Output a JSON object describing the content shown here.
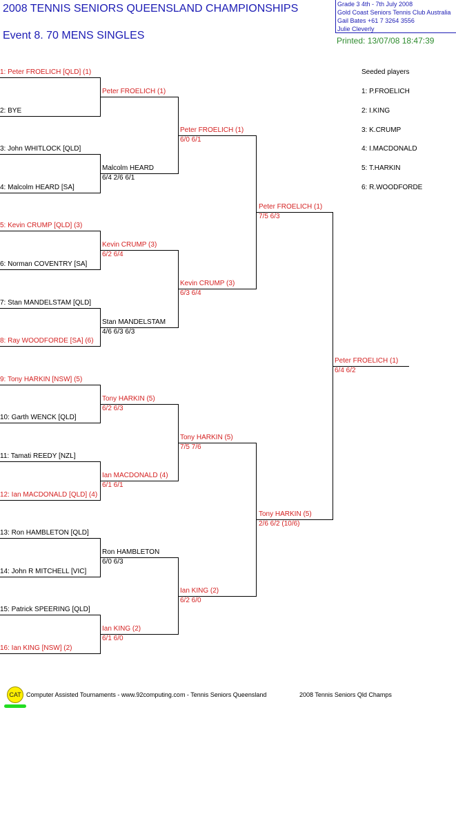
{
  "header": {
    "title": "2008  TENNIS SENIORS QUEENSLAND CHAMPIONSHIPS",
    "event": "Event 8. 70  MENS SINGLES",
    "info_lines": [
      "Grade 3    4th - 7th  July 2008",
      "Gold Coast Seniors Tennis Club    Australia",
      "Gail Bates    +61 7 3264 3556",
      "Julie Cleverly"
    ],
    "printed": "Printed: 13/07/08 18:47:39"
  },
  "seeded": {
    "title": "Seeded players",
    "players": [
      "1: P.FROELICH",
      "2: I.KING",
      "3: K.CRUMP",
      "4: I.MACDONALD",
      "5: T.HARKIN",
      "6: R.WOODFORDE"
    ]
  },
  "draw": {
    "round1": [
      {
        "name": "1: Peter FROELICH [QLD] (1)",
        "seeded": true
      },
      {
        "name": "2: BYE",
        "seeded": false
      },
      {
        "name": "3: John WHITLOCK [QLD]",
        "seeded": false
      },
      {
        "name": "4: Malcolm HEARD [SA]",
        "seeded": false
      },
      {
        "name": "5: Kevin CRUMP [QLD] (3)",
        "seeded": true
      },
      {
        "name": "6: Norman COVENTRY [SA]",
        "seeded": false
      },
      {
        "name": "7: Stan MANDELSTAM [QLD]",
        "seeded": false
      },
      {
        "name": "8: Ray WOODFORDE [SA] (6)",
        "seeded": true
      },
      {
        "name": "9: Tony HARKIN [NSW] (5)",
        "seeded": true
      },
      {
        "name": "10: Garth WENCK [QLD]",
        "seeded": false
      },
      {
        "name": "11: Tamati REEDY [NZL]",
        "seeded": false
      },
      {
        "name": "12: Ian MACDONALD [QLD] (4)",
        "seeded": true
      },
      {
        "name": "13: Ron HAMBLETON [QLD]",
        "seeded": false
      },
      {
        "name": "14: John R MITCHELL [VIC]",
        "seeded": false
      },
      {
        "name": "15: Patrick SPEERING [QLD]",
        "seeded": false
      },
      {
        "name": "16: Ian KING [NSW] (2)",
        "seeded": true
      }
    ],
    "round2": [
      {
        "name": "Peter FROELICH (1)",
        "score": "",
        "seeded": true
      },
      {
        "name": "Malcolm HEARD",
        "score": "6/4 2/6 6/1",
        "seeded": false
      },
      {
        "name": "Kevin CRUMP (3)",
        "score": "6/2 6/4",
        "seeded": true
      },
      {
        "name": "Stan MANDELSTAM",
        "score": "4/6 6/3 6/3",
        "seeded": false
      },
      {
        "name": "Tony HARKIN (5)",
        "score": "6/2 6/3",
        "seeded": true
      },
      {
        "name": "Ian MACDONALD (4)",
        "score": "6/1 6/1",
        "seeded": true
      },
      {
        "name": "Ron HAMBLETON",
        "score": "6/0 6/3",
        "seeded": false
      },
      {
        "name": "Ian KING (2)",
        "score": "6/1 6/0",
        "seeded": true
      }
    ],
    "quarterfinals": [
      {
        "name": "Peter FROELICH (1)",
        "score": "6/0 6/1",
        "seeded": true
      },
      {
        "name": "Kevin CRUMP (3)",
        "score": "6/3 6/4",
        "seeded": true
      },
      {
        "name": "Tony HARKIN (5)",
        "score": "7/5 7/6",
        "seeded": true
      },
      {
        "name": "Ian KING (2)",
        "score": "6/2 6/0",
        "seeded": true
      }
    ],
    "semifinals": [
      {
        "name": "Peter FROELICH (1)",
        "score": "7/5 6/3",
        "seeded": true
      },
      {
        "name": "Tony HARKIN (5)",
        "score": "2/6 6/2 (10/6)",
        "seeded": true
      }
    ],
    "final": [
      {
        "name": "Peter FROELICH (1)",
        "score": "6/4 6/2",
        "seeded": true
      }
    ]
  },
  "footer": {
    "logo": "CAT",
    "text": "Computer Assisted Tournaments - www.92computing.com -  Tennis Seniors Queensland",
    "right": "2008 Tennis Seniors Qld Champs"
  },
  "colors": {
    "title": "#1c1cb4",
    "seeded_text": "#d42020",
    "normal_text": "#000000",
    "printed": "#2e8b2e"
  }
}
